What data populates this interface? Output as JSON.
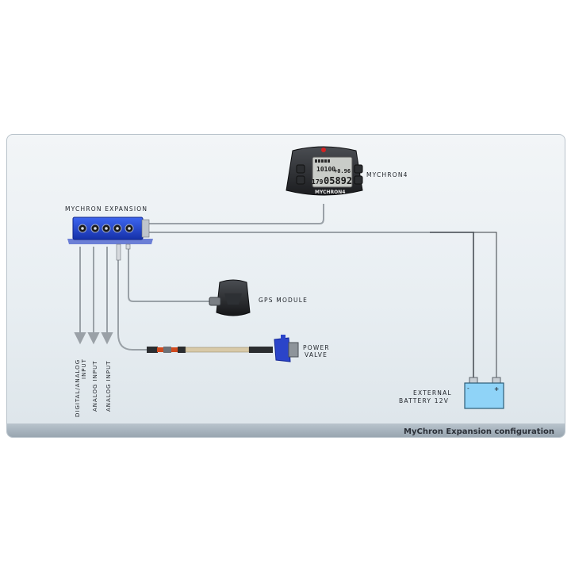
{
  "labels": {
    "mychron4": "MYCHRON4",
    "expansion": "MYCHRON EXPANSION",
    "gps": "GPS MODULE",
    "power_valve_1": "POWER",
    "power_valve_2": "VALVE",
    "battery_1": "EXTERNAL",
    "battery_2": "BATTERY 12V",
    "input_1a": "DIGITAL/ANALOG",
    "input_1b": "INPUT",
    "input_2": "ANALOG INPUT",
    "input_3": "ANALOG INPUT",
    "battery_minus": "-",
    "battery_plus": "+"
  },
  "device_display": {
    "line1": "10100",
    "line2": "+0.96",
    "line3a": "179",
    "line3b": "05892",
    "brand": "MYCHRON4"
  },
  "caption": "MyChron Expansion configuration",
  "colors": {
    "panel_bg": "#e8eef2",
    "footer": "#a7b3bd",
    "expansion_blue": "#1c3fc9",
    "wire": "#8c949b",
    "battery": "#8fd3f7"
  }
}
